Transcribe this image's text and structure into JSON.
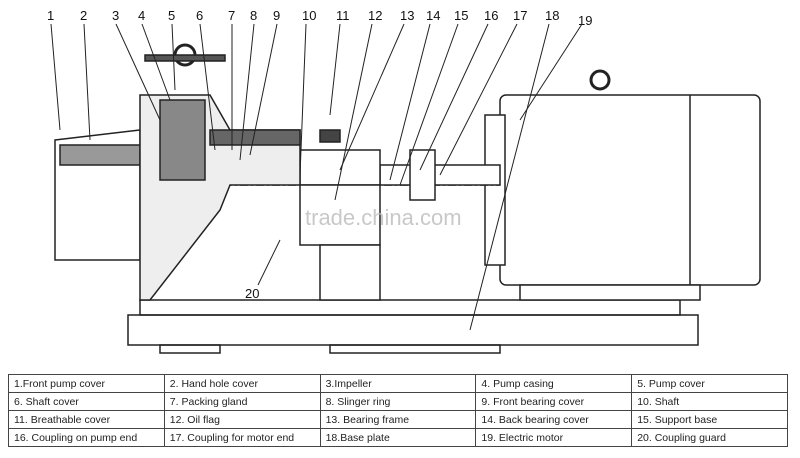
{
  "diagram": {
    "callouts": [
      "1",
      "2",
      "3",
      "4",
      "5",
      "6",
      "7",
      "8",
      "9",
      "10",
      "11",
      "12",
      "13",
      "14",
      "15",
      "16",
      "17",
      "18",
      "19",
      "20"
    ],
    "watermark": "trade.china.com"
  },
  "parts_table": {
    "rows": [
      [
        "1.Front pump cover",
        "2. Hand hole cover",
        "3.Impeller",
        "4. Pump casing",
        "5. Pump cover"
      ],
      [
        "6. Shaft cover",
        "7. Packing gland",
        "8. Slinger ring",
        "9. Front bearing cover",
        "10. Shaft"
      ],
      [
        "11. Breathable cover",
        "12. Oil flag",
        "13. Bearing frame",
        "14. Back bearing cover",
        "15. Support base"
      ],
      [
        "16. Coupling on pump end",
        "17. Coupling for motor end",
        "18.Base plate",
        "19. Electric motor",
        "20. Coupling guard"
      ]
    ]
  }
}
